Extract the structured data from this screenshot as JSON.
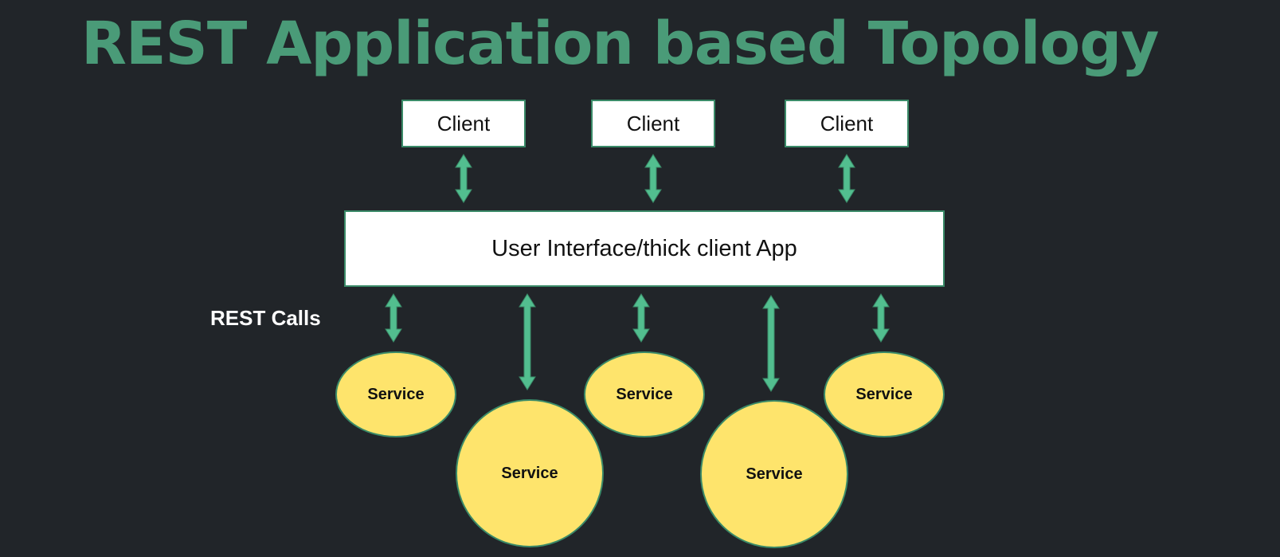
{
  "slide": {
    "title": "REST Application based Topology"
  },
  "diagram": {
    "clients": [
      {
        "label": "Client"
      },
      {
        "label": "Client"
      },
      {
        "label": "Client"
      }
    ],
    "app": {
      "label": "User Interface/thick client App"
    },
    "connection_label": "REST Calls",
    "services": [
      {
        "label": "Service"
      },
      {
        "label": "Service"
      },
      {
        "label": "Service"
      },
      {
        "label": "Service"
      },
      {
        "label": "Service"
      }
    ],
    "colors": {
      "background": "#212529",
      "title": "#4a9b78",
      "arrow": "#52be8f",
      "service_fill": "#fee46c",
      "box_fill": "#ffffff",
      "border": "#3a8a68"
    }
  }
}
